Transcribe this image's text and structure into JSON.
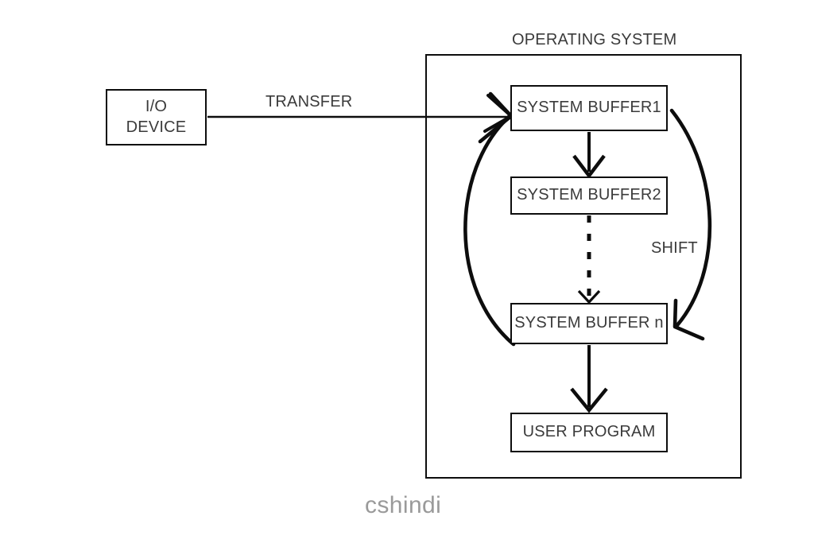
{
  "diagram": {
    "title_label": "OPERATING SYSTEM",
    "watermark": "cshindi",
    "accent_color": "#0d0d0d",
    "text_color": "#3b3b3b",
    "watermark_color": "#9a9a9a",
    "background_color": "#ffffff",
    "nodes": [
      {
        "id": "io-device",
        "label": "I/O\nDEVICE"
      },
      {
        "id": "buffer-1",
        "label": "SYSTEM BUFFER1"
      },
      {
        "id": "buffer-2",
        "label": "SYSTEM BUFFER2"
      },
      {
        "id": "buffer-n",
        "label": "SYSTEM BUFFER n"
      },
      {
        "id": "user-prog",
        "label": "USER PROGRAM"
      }
    ],
    "edge_labels": {
      "transfer": "TRANSFER",
      "shift": "SHIFT"
    },
    "edges": [
      {
        "from": "io-device",
        "to": "buffer-1",
        "label": "TRANSFER",
        "style": "solid"
      },
      {
        "from": "buffer-1",
        "to": "buffer-2",
        "label": "",
        "style": "solid"
      },
      {
        "from": "buffer-2",
        "to": "buffer-n",
        "label": "",
        "style": "dashed"
      },
      {
        "from": "buffer-n",
        "to": "user-prog",
        "label": "",
        "style": "solid"
      },
      {
        "from": "buffer-1",
        "to": "buffer-n",
        "label": "SHIFT",
        "style": "curved"
      },
      {
        "from": "buffer-n",
        "to": "buffer-1",
        "label": "",
        "style": "curved"
      }
    ]
  }
}
